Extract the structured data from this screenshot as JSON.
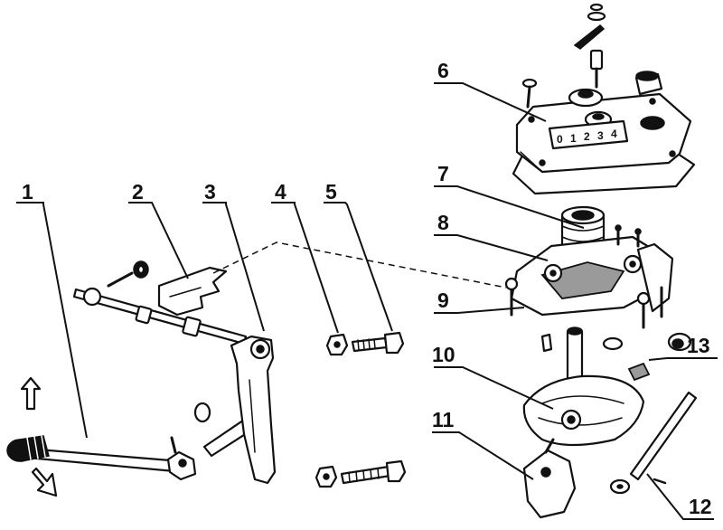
{
  "callouts": [
    {
      "id": "1",
      "label": "1"
    },
    {
      "id": "2",
      "label": "2"
    },
    {
      "id": "3",
      "label": "3"
    },
    {
      "id": "4",
      "label": "4"
    },
    {
      "id": "5",
      "label": "5"
    },
    {
      "id": "6",
      "label": "6"
    },
    {
      "id": "7",
      "label": "7"
    },
    {
      "id": "8",
      "label": "8"
    },
    {
      "id": "9",
      "label": "9"
    },
    {
      "id": "10",
      "label": "10"
    },
    {
      "id": "11",
      "label": "11"
    },
    {
      "id": "12",
      "label": "12"
    },
    {
      "id": "13",
      "label": "13"
    }
  ],
  "cover_dial": {
    "digits": [
      "0",
      "1",
      "2",
      "3",
      "4"
    ]
  },
  "colors": {
    "ink": "#111111",
    "paper": "#ffffff",
    "shade": "#9a9a9a"
  }
}
